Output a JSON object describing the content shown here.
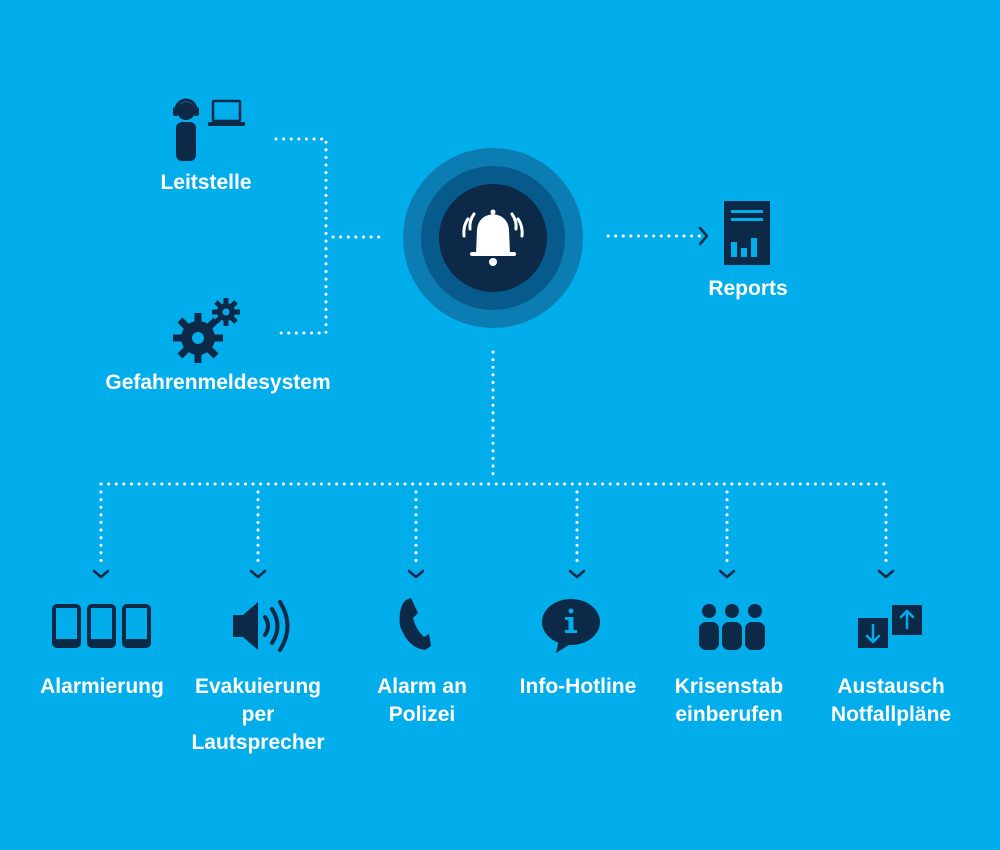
{
  "colors": {
    "background": "#02adec",
    "icon": "#0c2a47",
    "ring_outer": "#0b7db3",
    "ring_mid": "#075b8c",
    "ring_inner": "#0c2a47",
    "connector": "#ffffff",
    "text": "#ffffff"
  },
  "sources": {
    "control_room": {
      "label": "Leitstelle",
      "icon": "operator-laptop-icon"
    },
    "hazard_system": {
      "label": "Gefahrenmeldesystem",
      "icon": "gears-icon"
    }
  },
  "hub": {
    "icon": "alarm-bell-icon"
  },
  "output": {
    "label": "Reports",
    "icon": "report-chart-icon"
  },
  "actions": [
    {
      "lines": [
        "Alarmierung"
      ],
      "icon": "devices-icon"
    },
    {
      "lines": [
        "Evakuierung",
        "per",
        "Lautsprecher"
      ],
      "icon": "speaker-icon"
    },
    {
      "lines": [
        "Alarm an",
        "Polizei"
      ],
      "icon": "phone-icon"
    },
    {
      "lines": [
        "Info-Hotline"
      ],
      "icon": "info-bubble-icon"
    },
    {
      "lines": [
        "Krisenstab",
        "einberufen"
      ],
      "icon": "group-icon"
    },
    {
      "lines": [
        "Austausch",
        "Notfallpläne"
      ],
      "icon": "exchange-icon"
    }
  ]
}
